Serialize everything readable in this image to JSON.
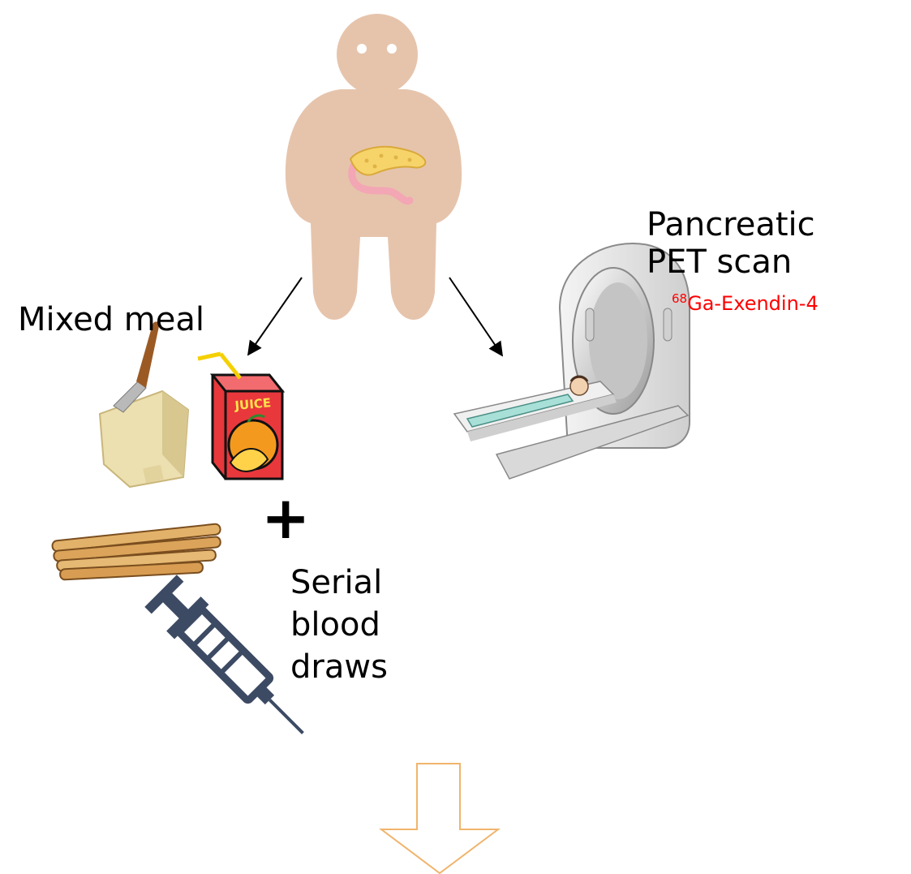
{
  "labels": {
    "mixed_meal": "Mixed meal",
    "pet_scan_line1": "Pancreatic",
    "pet_scan_line2": "PET scan",
    "tracer_isotope": "68",
    "tracer_name": "Ga-Exendin-4",
    "plus": "+",
    "blood_line1": "Serial",
    "blood_line2": "blood",
    "blood_line3": "draws"
  },
  "icons": {
    "person": "person-silhouette-icon",
    "pancreas": "pancreas-icon",
    "cheese": "cheese-with-knife-icon",
    "juice": "juice-box-icon",
    "breadsticks": "breadsticks-icon",
    "syringe": "syringe-icon",
    "pet_scanner": "pet-scanner-icon",
    "down_arrow": "outlined-down-arrow"
  },
  "colors": {
    "skin": "#e6c4ac",
    "pancreas": "#f6d46a",
    "intestine": "#f3a6b4",
    "tracer_text": "#ff0000",
    "arrow_outline": "#f0b46c",
    "syringe": "#3d4a63",
    "juice_box": "#e8383c",
    "orange": "#f39a1e"
  }
}
